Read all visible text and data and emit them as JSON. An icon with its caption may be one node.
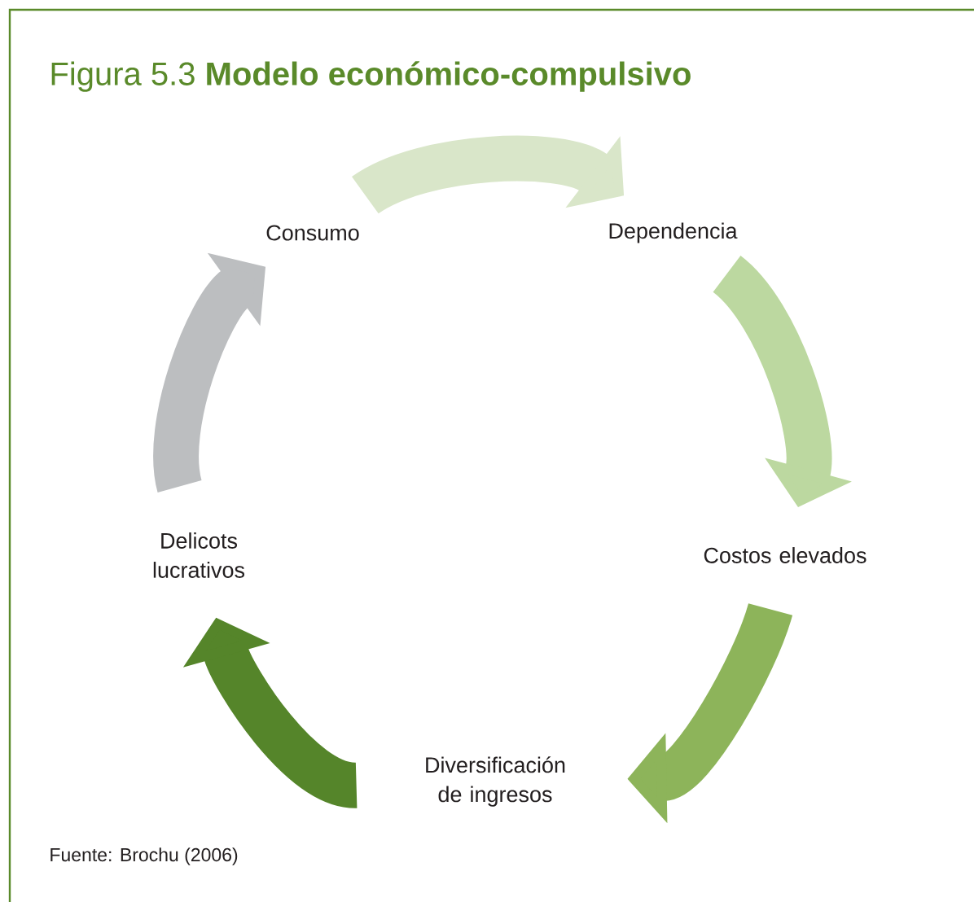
{
  "diagram": {
    "title": "Figura 5.3 **Modelo económico-compulsivo**",
    "caption": "Fuente: Brochu (2006)",
    "nodes": [
      {
        "text": [
          "Consumo"
        ]
      },
      {
        "text": [
          "Dependencia"
        ]
      },
      {
        "text": [
          "Costos elevados"
        ]
      },
      {
        "text": [
          "Diversificación de ingresos"
        ]
      },
      {
        "text": [
          "Delicots lucrativos"
        ]
      }
    ],
    "edges": [
      {
        "from": 0,
        "to": 1,
        "arrow": "to",
        "color": "#d9e6c9"
      },
      {
        "from": 1,
        "to": 2,
        "arrow": "to",
        "color": "#bcd8a0"
      },
      {
        "from": 2,
        "to": 3,
        "arrow": "to",
        "color": "#8db45a"
      },
      {
        "from": 3,
        "to": 4,
        "arrow": "to",
        "color": "#55852a"
      },
      {
        "from": 4,
        "to": 0,
        "arrow": "to",
        "color": "#bcbec0"
      }
    ]
  }
}
